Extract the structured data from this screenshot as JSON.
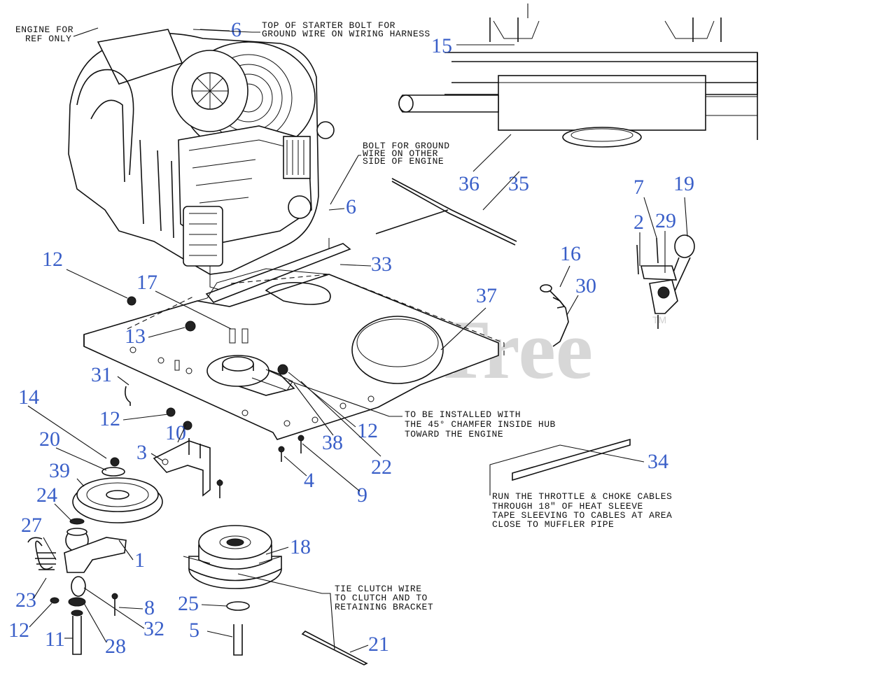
{
  "watermark": {
    "text": "PartsTree",
    "mark": "TM"
  },
  "callouts": [
    {
      "id": "c6a",
      "label": "6"
    },
    {
      "id": "c15",
      "label": "15"
    },
    {
      "id": "c36",
      "label": "36"
    },
    {
      "id": "c35",
      "label": "35"
    },
    {
      "id": "c7",
      "label": "7"
    },
    {
      "id": "c19",
      "label": "19"
    },
    {
      "id": "c2",
      "label": "2"
    },
    {
      "id": "c29",
      "label": "29"
    },
    {
      "id": "c6b",
      "label": "6"
    },
    {
      "id": "c12a",
      "label": "12"
    },
    {
      "id": "c33",
      "label": "33"
    },
    {
      "id": "c16",
      "label": "16"
    },
    {
      "id": "c30",
      "label": "30"
    },
    {
      "id": "c17",
      "label": "17"
    },
    {
      "id": "c37",
      "label": "37"
    },
    {
      "id": "c13",
      "label": "13"
    },
    {
      "id": "c31",
      "label": "31"
    },
    {
      "id": "c14",
      "label": "14"
    },
    {
      "id": "c12b",
      "label": "12"
    },
    {
      "id": "c12c",
      "label": "12"
    },
    {
      "id": "c10",
      "label": "10"
    },
    {
      "id": "c20",
      "label": "20"
    },
    {
      "id": "c38",
      "label": "38"
    },
    {
      "id": "c22",
      "label": "22"
    },
    {
      "id": "c3",
      "label": "3"
    },
    {
      "id": "c34",
      "label": "34"
    },
    {
      "id": "c39",
      "label": "39"
    },
    {
      "id": "c4",
      "label": "4"
    },
    {
      "id": "c9",
      "label": "9"
    },
    {
      "id": "c24",
      "label": "24"
    },
    {
      "id": "c27",
      "label": "27"
    },
    {
      "id": "c18",
      "label": "18"
    },
    {
      "id": "c1",
      "label": "1"
    },
    {
      "id": "c23",
      "label": "23"
    },
    {
      "id": "c25",
      "label": "25"
    },
    {
      "id": "c8",
      "label": "8"
    },
    {
      "id": "c12d",
      "label": "12"
    },
    {
      "id": "c32",
      "label": "32"
    },
    {
      "id": "c5",
      "label": "5"
    },
    {
      "id": "c11",
      "label": "11"
    },
    {
      "id": "c28",
      "label": "28"
    },
    {
      "id": "c21",
      "label": "21"
    }
  ],
  "notes": {
    "engine_ref": [
      "ENGINE FOR",
      "REF ONLY"
    ],
    "starter_bolt": [
      "TOP OF STARTER BOLT FOR",
      "GROUND WIRE ON WIRING HARNESS"
    ],
    "ground_bolt": [
      "BOLT FOR GROUND",
      "WIRE ON OTHER",
      "SIDE OF ENGINE"
    ],
    "chamfer": [
      "TO BE INSTALLED WITH",
      "THE 45° CHAMFER INSIDE HUB",
      "TOWARD THE ENGINE"
    ],
    "throttle": [
      "RUN THE THROTTLE & CHOKE CABLES",
      "THROUGH 18\" OF HEAT SLEEVE",
      "TAPE SLEEVING TO CABLES AT AREA",
      "CLOSE TO MUFFLER PIPE"
    ],
    "clutch_wire": [
      "TIE CLUTCH WIRE",
      "TO CLUTCH AND TO",
      "RETAINING BRACKET"
    ]
  }
}
